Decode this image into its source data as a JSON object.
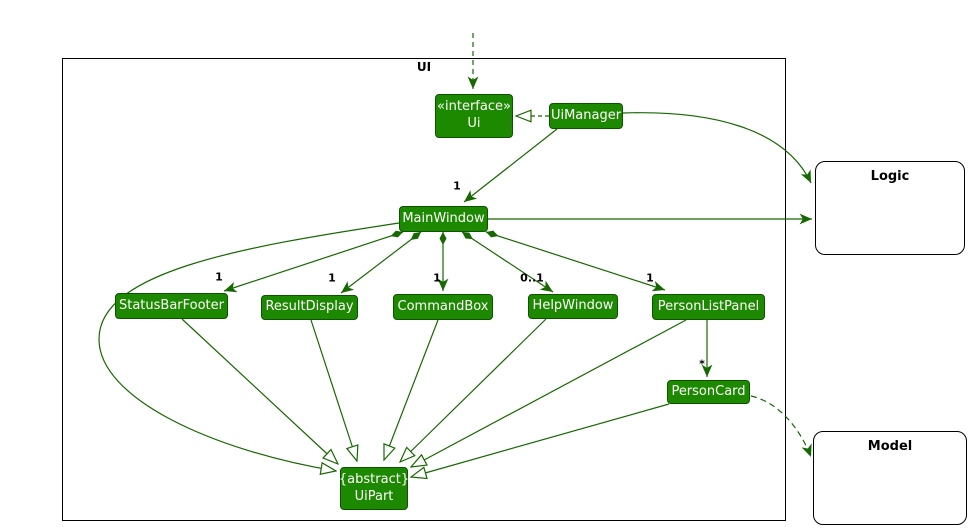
{
  "diagram": {
    "frame": {
      "label": "UI"
    },
    "classes": [
      {
        "stereotype": "«interface»",
        "name": "Ui"
      },
      {
        "name": "UiManager"
      },
      {
        "name": "MainWindow"
      },
      {
        "name": "StatusBarFooter"
      },
      {
        "name": "ResultDisplay"
      },
      {
        "name": "CommandBox"
      },
      {
        "name": "HelpWindow"
      },
      {
        "name": "PersonListPanel"
      },
      {
        "name": "PersonCard"
      },
      {
        "modifier": "{abstract}",
        "name": "UiPart"
      }
    ],
    "external": [
      {
        "label": "Logic"
      },
      {
        "label": "Model"
      }
    ],
    "multiplicities": {
      "uimanager_mainwindow": "1",
      "mainwindow_statusbarfooter": "1",
      "mainwindow_resultdisplay": "1",
      "mainwindow_commandbox": "1",
      "mainwindow_helpwindow": "0..1",
      "mainwindow_personlistpanel": "1",
      "personlistpanel_personcard": "*"
    },
    "colors": {
      "class_fill": "#1d8900",
      "class_border": "#0b5400",
      "edge": "#166800",
      "class_text": "#ffffff",
      "frame_border": "#000000"
    }
  }
}
